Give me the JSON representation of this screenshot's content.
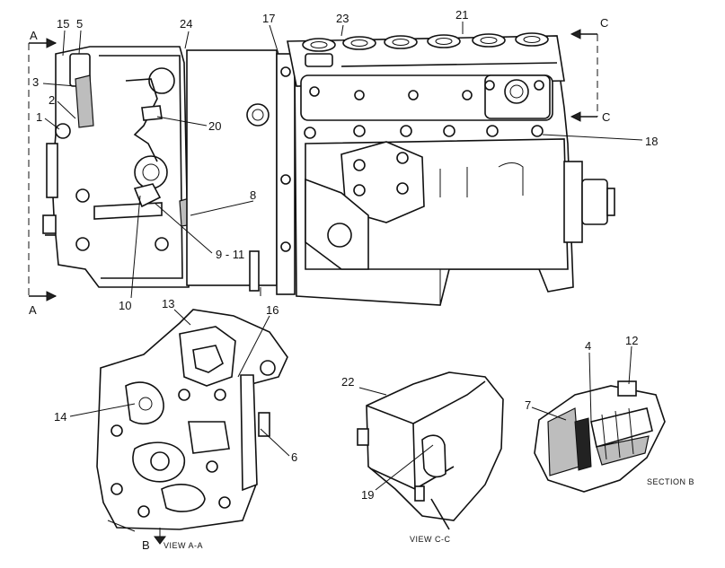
{
  "callouts": {
    "c1": "1",
    "c2": "2",
    "c3": "3",
    "c4": "4",
    "c5": "5",
    "c6": "6",
    "c7": "7",
    "c8": "8",
    "c9_11": "9 - 11",
    "c10": "10",
    "c12": "12",
    "c13": "13",
    "c14": "14",
    "c15": "15",
    "c16": "16",
    "c17": "17",
    "c18": "18",
    "c19": "19",
    "c20": "20",
    "c21": "21",
    "c22": "22",
    "c23": "23",
    "c24": "24"
  },
  "section_markers": {
    "a_top": "A",
    "a_bottom": "A",
    "c_top": "C",
    "c_bottom": "C",
    "b": "B"
  },
  "captions": {
    "view_aa": "VIEW A-A",
    "view_cc": "VIEW C-C",
    "section_b": "SECTION B"
  }
}
